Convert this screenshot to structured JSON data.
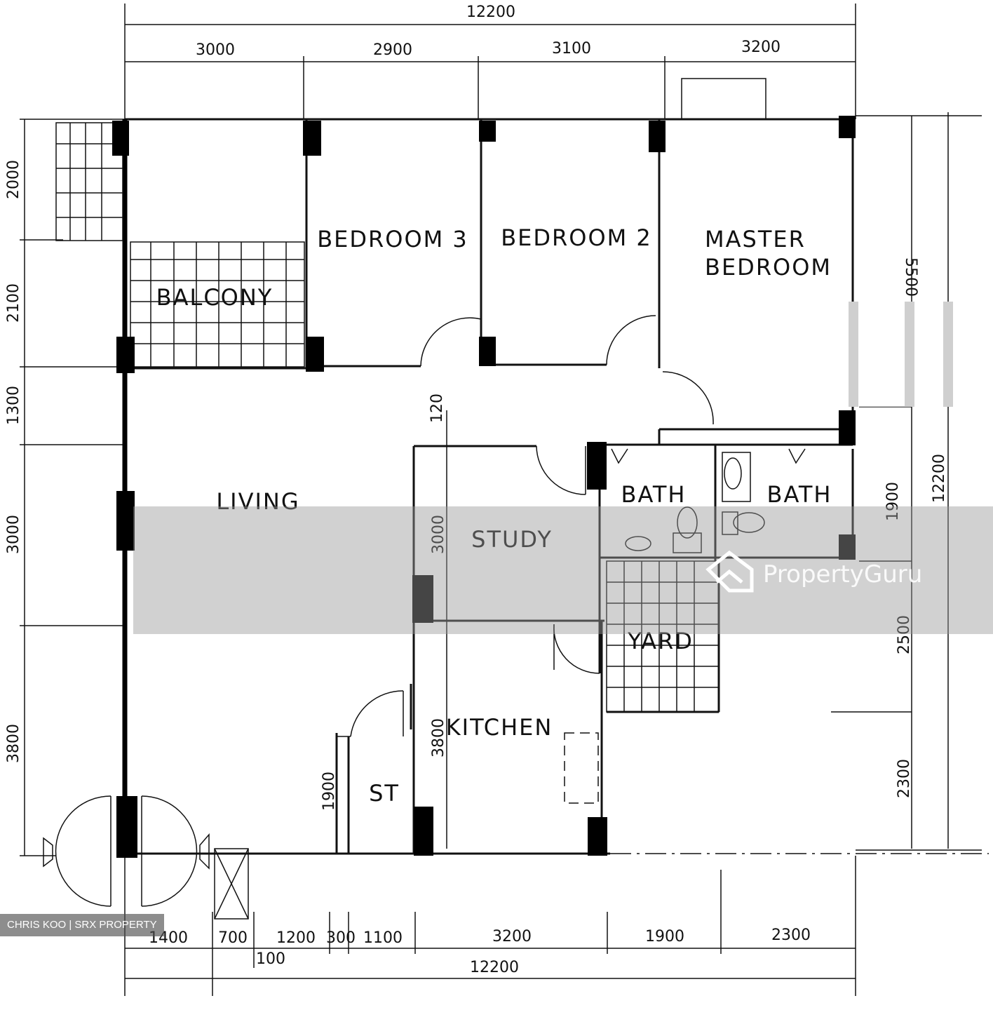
{
  "rooms": {
    "bedroom3": "BEDROOM 3",
    "bedroom2": "BEDROOM 2",
    "master_line1": "MASTER",
    "master_line2": "BEDROOM",
    "balcony": "BALCONY",
    "living": "LIVING",
    "study": "STUDY",
    "bath1": "BATH",
    "bath2": "BATH",
    "yard": "YARD",
    "kitchen": "KITCHEN",
    "store": "ST"
  },
  "dimensions": {
    "top_total": "12200",
    "top_segments": [
      "3000",
      "2900",
      "3100",
      "3200"
    ],
    "bottom_total": "12200",
    "bottom_segments": [
      "1400",
      "700",
      "1200",
      "300",
      "1100",
      "3200",
      "1900",
      "2300"
    ],
    "bottom_small": "100",
    "left_segments": [
      "2000",
      "2100",
      "1300",
      "3000",
      "3800"
    ],
    "right_outer": "12200",
    "right_inner": [
      "5500",
      "1900",
      "2500",
      "2300"
    ],
    "study_height": "3000",
    "kitchen_height": "3800",
    "store_height": "1900",
    "door_gap": "120"
  },
  "watermark": {
    "brand": "PropertyGuru"
  },
  "credit": "CHRIS KOO | SRX PROPERTY"
}
